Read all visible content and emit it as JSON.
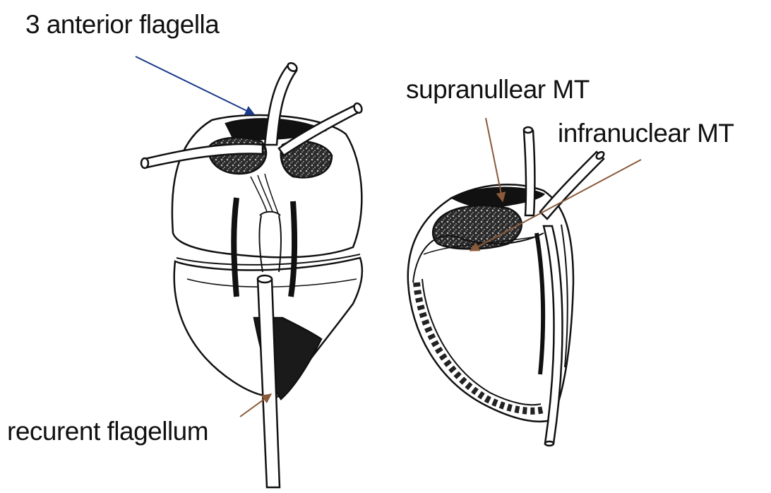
{
  "labels": {
    "anterior_flagella": "3 anterior flagella",
    "supranuclear": "supranullear MT",
    "infranuclear": "infranuclear MT",
    "recurrent": "recurent flagellum"
  },
  "colors": {
    "arrow_blue": "#1a3a8a",
    "arrow_brown": "#8a5a3a",
    "ink": "#111111",
    "paper": "#ffffff"
  }
}
